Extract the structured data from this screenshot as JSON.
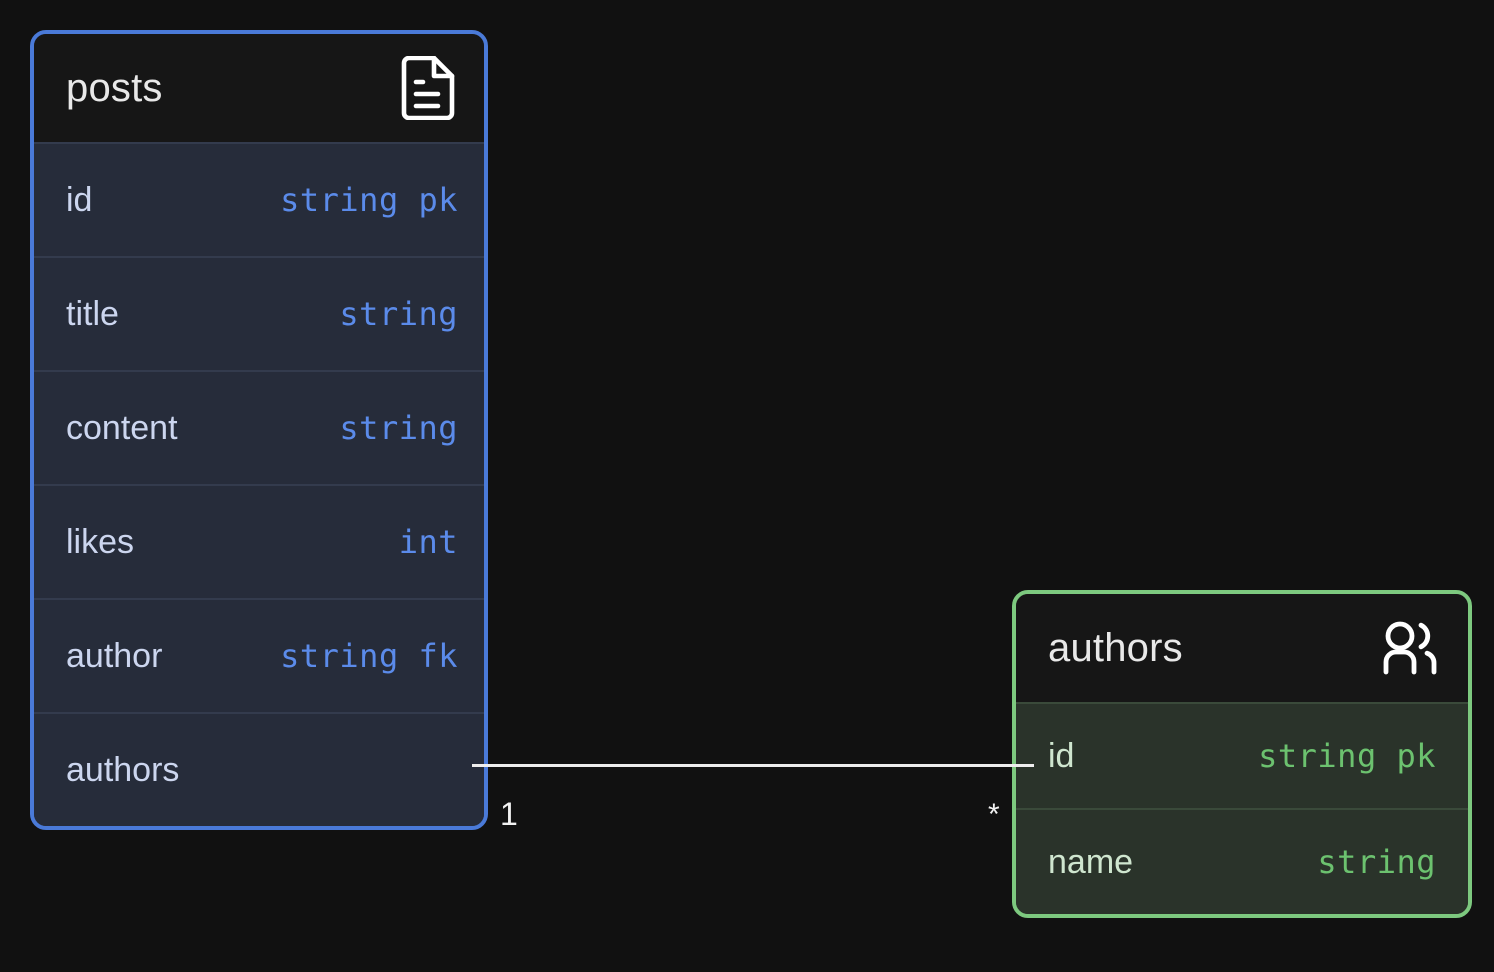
{
  "diagram": {
    "type": "entity-relationship-diagram",
    "background_color": "#111111"
  },
  "entities": [
    {
      "name": "posts",
      "icon": "document-icon",
      "accent_color": "#4a7ad8",
      "header_background": "#161616",
      "row_background": "#262c3a",
      "fields": [
        {
          "name": "id",
          "type": "string pk"
        },
        {
          "name": "title",
          "type": "string"
        },
        {
          "name": "content",
          "type": "string"
        },
        {
          "name": "likes",
          "type": "int"
        },
        {
          "name": "author",
          "type": "string fk"
        },
        {
          "name": "authors",
          "type": ""
        }
      ]
    },
    {
      "name": "authors",
      "icon": "users-icon",
      "accent_color": "#7dc97f",
      "header_background": "#161616",
      "row_background": "#2a332a",
      "fields": [
        {
          "name": "id",
          "type": "string pk"
        },
        {
          "name": "name",
          "type": "string"
        }
      ]
    }
  ],
  "relationship": {
    "from_entity": "posts",
    "from_field": "authors",
    "to_entity": "authors",
    "to_field": "id",
    "source_cardinality": "1",
    "target_cardinality": "*",
    "line_color": "#eeeeee"
  }
}
